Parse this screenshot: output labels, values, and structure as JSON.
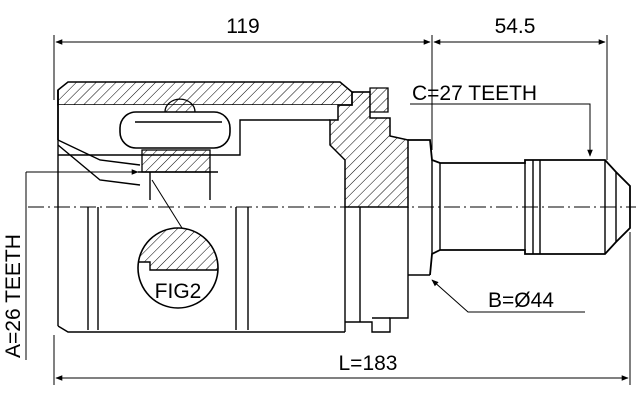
{
  "dimensions": {
    "housing_length": "119",
    "shaft_length": "54.5",
    "overall_length": "L=183"
  },
  "labels": {
    "outer_spline": "C=27 TEETH",
    "inner_spline": "A=26 TEETH",
    "seal_diameter": "B=Ø44",
    "detail_callout": "FIG2"
  }
}
